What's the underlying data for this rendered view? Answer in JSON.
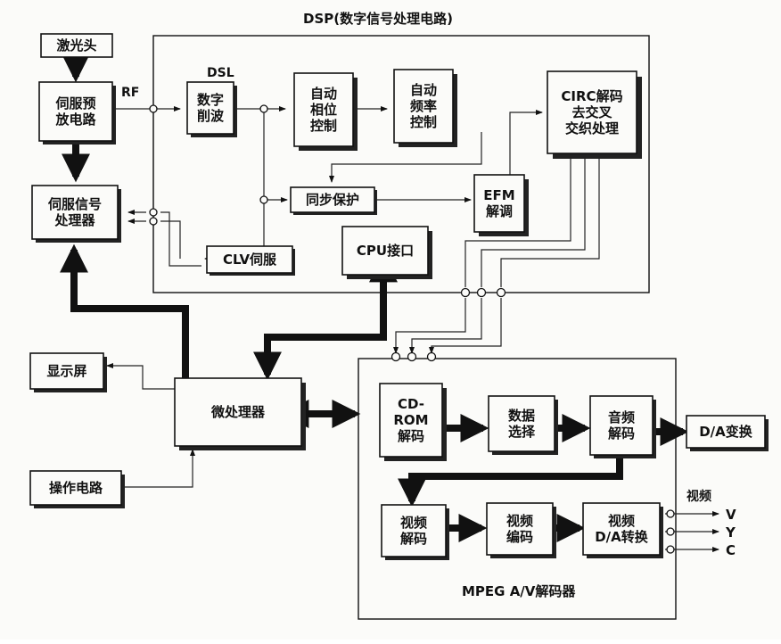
{
  "dsp_title": "DSP(数字信号处理电路)",
  "dsl_label": "DSL",
  "rf_label": "RF",
  "mpeg_title": "MPEG A/V解码器",
  "video_label": "视频",
  "outputs": [
    "V",
    "Y",
    "C"
  ],
  "blocks": {
    "laser_head": [
      "激光头"
    ],
    "servo_preamp": [
      "伺服预",
      "放电路"
    ],
    "servo_processor": [
      "伺服信号",
      "处理器"
    ],
    "digital_slicer": [
      "数字",
      "削波"
    ],
    "auto_phase": [
      "自动",
      "相位",
      "控制"
    ],
    "auto_freq": [
      "自动",
      "频率",
      "控制"
    ],
    "circ": [
      "CIRC解码",
      "去交叉",
      "交织处理"
    ],
    "sync_protect": [
      "同步保护"
    ],
    "efm": [
      "EFM",
      "解调"
    ],
    "clv_servo": [
      "CLV伺服"
    ],
    "cpu_interface": [
      "CPU接口"
    ],
    "display": [
      "显示屏"
    ],
    "microprocessor": [
      "微处理器"
    ],
    "operation_circuit": [
      "操作电路"
    ],
    "cdrom_decode": [
      "CD-",
      "ROM",
      "解码"
    ],
    "data_select": [
      "数据",
      "选择"
    ],
    "audio_decode": [
      "音频",
      "解码"
    ],
    "da_convert": [
      "D/A变换"
    ],
    "video_decode": [
      "视频",
      "解码"
    ],
    "video_encode": [
      "视频",
      "编码"
    ],
    "video_da": [
      "视频",
      "D/A转换"
    ]
  }
}
